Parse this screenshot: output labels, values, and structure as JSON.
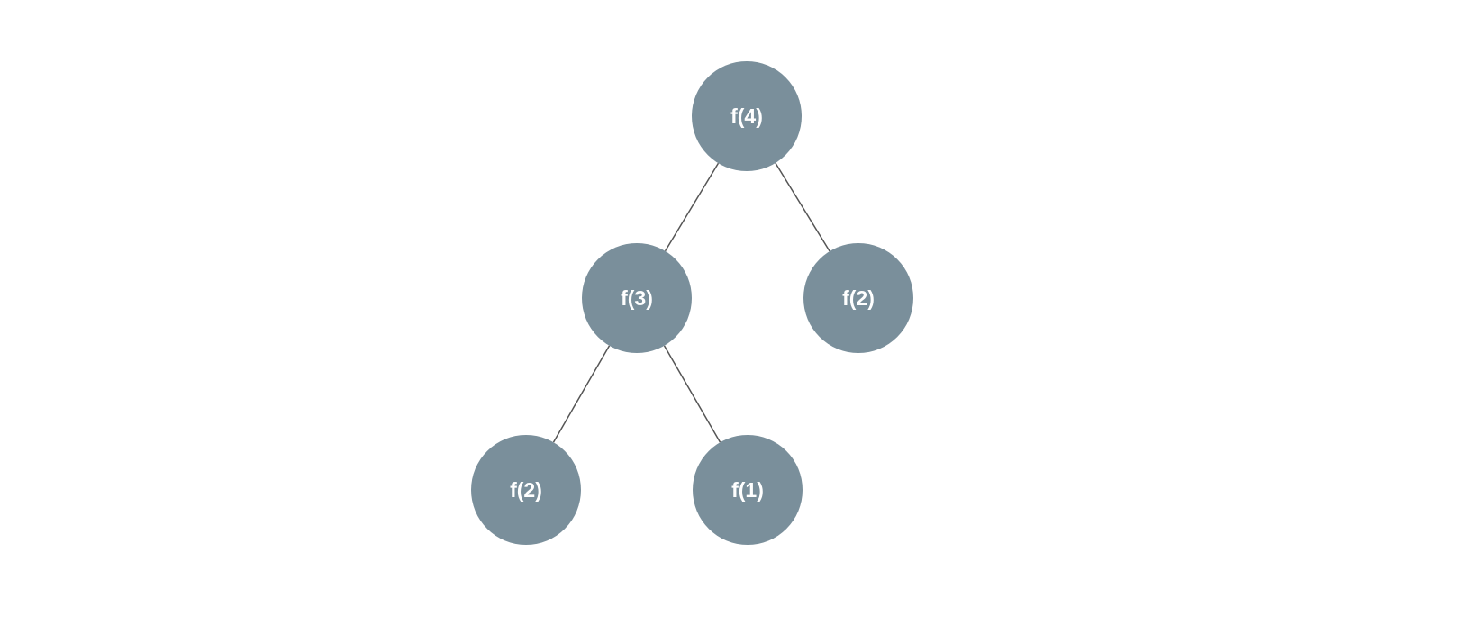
{
  "diagram": {
    "node_color": "#7a8f9b",
    "label_color": "#ffffff",
    "edge_color": "#555555",
    "nodes": [
      {
        "id": "n4",
        "label": "f(4)"
      },
      {
        "id": "n3",
        "label": "f(3)"
      },
      {
        "id": "n2a",
        "label": "f(2)"
      },
      {
        "id": "n2b",
        "label": "f(2)"
      },
      {
        "id": "n1",
        "label": "f(1)"
      }
    ],
    "edges": [
      {
        "from": "n4",
        "to": "n3"
      },
      {
        "from": "n4",
        "to": "n2a"
      },
      {
        "from": "n3",
        "to": "n2b"
      },
      {
        "from": "n3",
        "to": "n1"
      }
    ]
  }
}
